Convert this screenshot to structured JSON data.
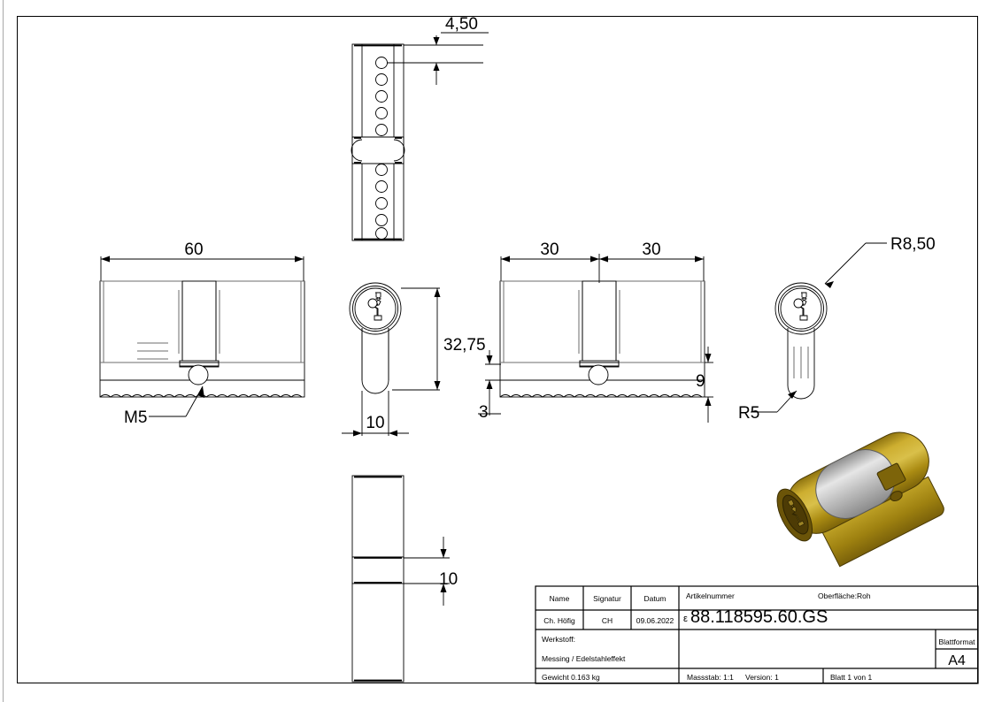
{
  "document": {
    "type": "technical-drawing",
    "sheet_format": "A4",
    "background": "#ffffff",
    "line_color": "#000000"
  },
  "dimensions": {
    "top_view_pin_offset": "4,50",
    "left_view_total_length": "60",
    "left_view_thread_callout": "M5",
    "front_view_height": "32,75",
    "front_view_width": "10",
    "right_view_half_a": "30",
    "right_view_half_b": "30",
    "right_view_cam_offset": "3",
    "right_view_cam_height": "9",
    "profile_radius_top": "R8,50",
    "profile_radius_bottom": "R5",
    "bottom_view_band": "10"
  },
  "title_block": {
    "columns": {
      "name_header": "Name",
      "signature_header": "Signatur",
      "date_header": "Datum"
    },
    "values": {
      "name": "Ch. Höfig",
      "signature": "CH",
      "date": "09.06.2022"
    },
    "article_label": "Artikelnummer",
    "article_prefix": "ε",
    "article_number": "88.118595.60.GS",
    "surface_label": "Oberfläche:",
    "surface_value": "Roh",
    "material_label": "Werkstoff:",
    "material_value": "Messing / Edelstahleffekt",
    "weight": "Gewicht 0.163 kg",
    "scale": "Massstab: 1:1",
    "version": "Version: 1",
    "sheet": "Blatt 1 von 1",
    "sheet_format_label": "Blattformat",
    "sheet_format_value": "A4"
  },
  "render_3d": {
    "name": "brass-euro-cylinder-render",
    "body_color": "#b39217",
    "body_highlight": "#d9c04a",
    "body_shadow": "#8a6f0d",
    "ring_color": "#c9c9c9",
    "keyway_color": "#5a4008"
  }
}
